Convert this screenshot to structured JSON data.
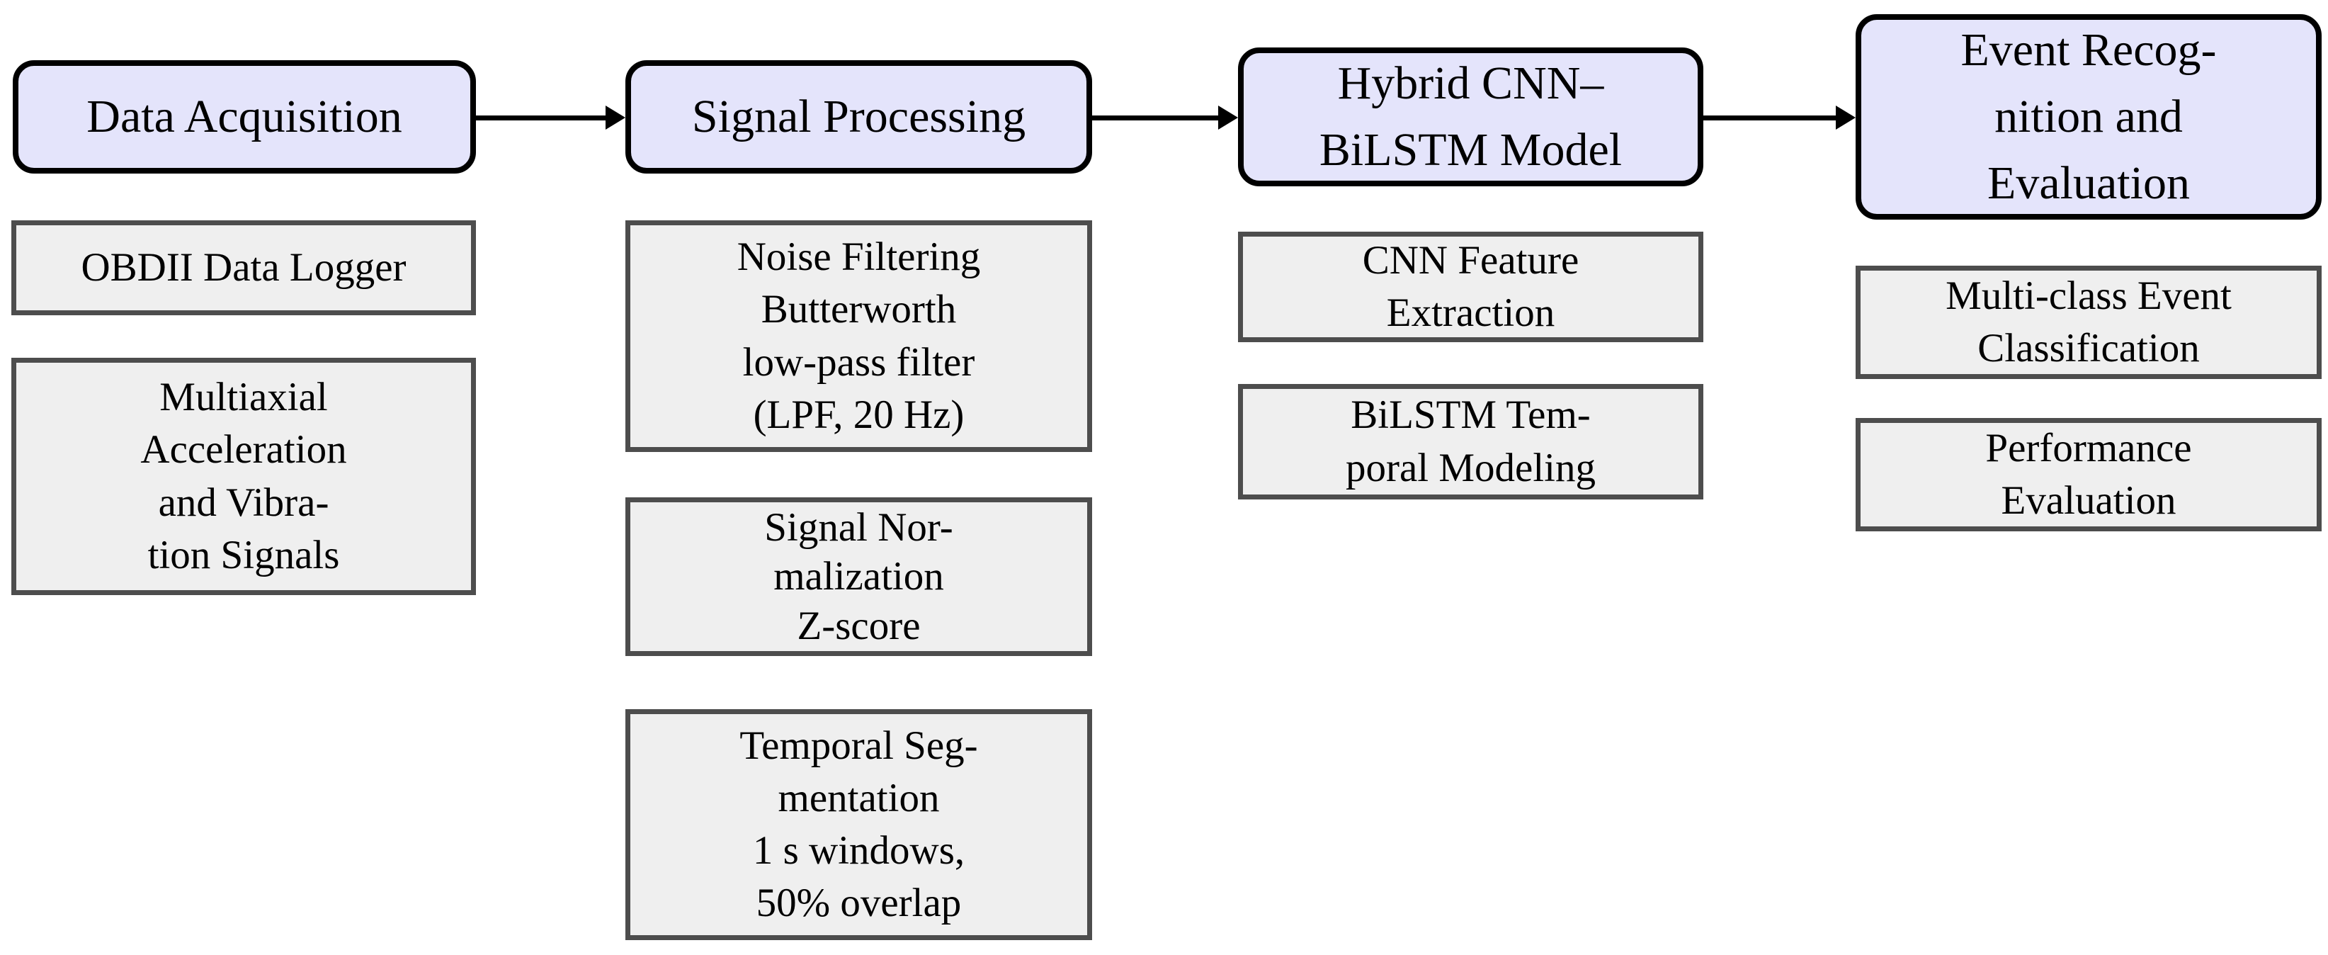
{
  "diagram": {
    "title": "Hybrid CNN-BiLSTM event recognition pipeline flowchart",
    "colors": {
      "stage_fill": "#e4e4fb",
      "stage_border": "#000000",
      "step_fill": "#efefef",
      "step_border": "#4d4d4d",
      "arrow": "#000000",
      "background": "#ffffff",
      "text": "#000000"
    },
    "stages": [
      {
        "title": "Data Acquisition",
        "steps": [
          "OBDII Data Logger",
          "Multiaxial\nAcceleration\nand Vibra-\ntion Signals"
        ]
      },
      {
        "title": "Signal Processing",
        "steps": [
          "Noise Filtering\nButterworth\nlow-pass filter\n(LPF, 20 Hz)",
          "Signal Nor-\nmalization\nZ-score",
          "Temporal Seg-\nmentation\n1 s windows,\n50% overlap"
        ]
      },
      {
        "title": "Hybrid CNN–\nBiLSTM Model",
        "steps": [
          "CNN Feature\nExtraction",
          "BiLSTM Tem-\nporal Modeling"
        ]
      },
      {
        "title": "Event Recog-\nnition and\nEvaluation",
        "steps": [
          "Multi-class Event\nClassification",
          "Performance\nEvaluation"
        ]
      }
    ]
  }
}
